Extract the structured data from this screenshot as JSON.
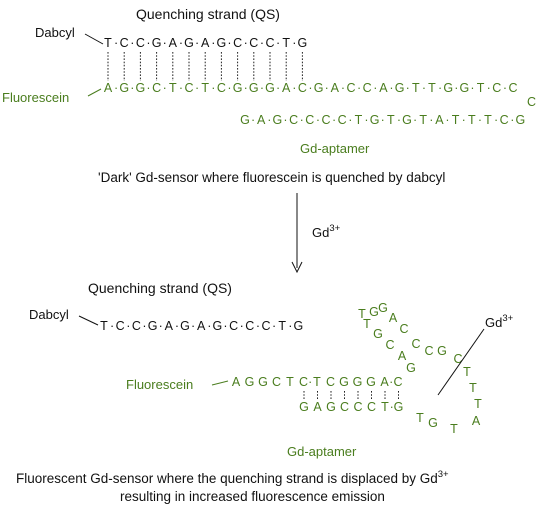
{
  "colors": {
    "strand_green": "#4a7d1e",
    "text_black": "#111111"
  },
  "top_panel": {
    "qs_title": "Quenching strand (QS)",
    "dabcyl_label": "Dabcyl",
    "qs_sequence": [
      "T",
      "C",
      "C",
      "G",
      "A",
      "G",
      "A",
      "G",
      "C",
      "C",
      "C",
      "T",
      "G"
    ],
    "fluorescein_label": "Fluorescein",
    "aptamer_row1": [
      "A",
      "G",
      "G",
      "C",
      "T",
      "C",
      "T",
      "C",
      "G",
      "G",
      "G",
      "A",
      "C",
      "G",
      "A",
      "C",
      "C",
      "A",
      "G",
      "T",
      "T",
      "G",
      "G",
      "T",
      "C",
      "C"
    ],
    "loop_base": "C",
    "aptamer_row2": [
      "G",
      "A",
      "G",
      "C",
      "C",
      "C",
      "C",
      "T",
      "G",
      "T",
      "G",
      "T",
      "A",
      "T",
      "T",
      "T",
      "C",
      "G"
    ],
    "aptamer_label": "Gd-aptamer",
    "caption": "'Dark' Gd-sensor where fluorescein is quenched by dabcyl"
  },
  "arrow": {
    "ion": "Gd",
    "charge": "3+"
  },
  "bottom_panel": {
    "qs_title": "Quenching strand (QS)",
    "dabcyl_label": "Dabcyl",
    "qs_sequence": [
      "T",
      "C",
      "C",
      "G",
      "A",
      "G",
      "A",
      "G",
      "C",
      "C",
      "C",
      "T",
      "G"
    ],
    "fluorescein_label": "Fluorescein",
    "stem_top": [
      "A",
      "G",
      "G",
      "C",
      "T",
      "C",
      "T",
      "C",
      "G",
      "G",
      "G",
      "A",
      "C"
    ],
    "stem_bottom": [
      "G",
      "A",
      "G",
      "C",
      "C",
      "C",
      "T",
      "G"
    ],
    "fold_bases": [
      "G",
      "A",
      "C",
      "G",
      "T",
      "T",
      "G",
      "G",
      "A",
      "C",
      "C",
      "C",
      "G",
      "C",
      "T",
      "T",
      "T",
      "A",
      "T",
      "G",
      "T"
    ],
    "gd_label": {
      "ion": "Gd",
      "charge": "3+"
    },
    "aptamer_label": "Gd-aptamer",
    "caption_line1_prefix": "Fluorescent Gd-sensor where the quenching strand is displaced by Gd",
    "caption_line1_charge": "3+",
    "caption_line2": "resulting in increased fluorescence emission"
  }
}
